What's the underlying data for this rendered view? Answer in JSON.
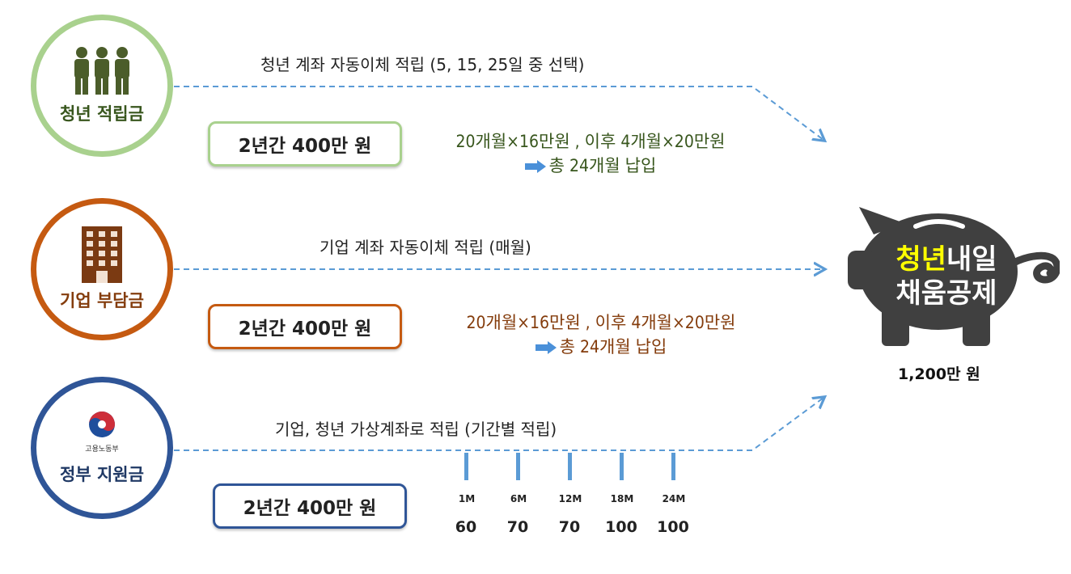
{
  "rows": [
    {
      "title": "청년 적립금",
      "flow_label": "청년 계좌 자동이체 적립 (5, 15, 25일 중 선택)",
      "amount": "2년간 400만 원",
      "detail_line1": "20개월×16만원 , 이후 4개월×20만원",
      "detail_line2": "총 24개월 납입",
      "icon": "people-icon",
      "color": "#a9d18e"
    },
    {
      "title": "기업 부담금",
      "flow_label": "기업 계좌 자동이체 적립 (매월)",
      "amount": "2년간 400만 원",
      "detail_line1": "20개월×16만원 , 이후 4개월×20만원",
      "detail_line2": "총 24개월 납입",
      "icon": "building-icon",
      "color": "#c55a11"
    },
    {
      "title": "정부 지원금",
      "org_name": "고용노동부",
      "flow_label": "기업, 청년 가상계좌로 적립 (기간별 적립)",
      "amount": "2년간 400만 원",
      "icon": "government-emblem-icon",
      "color": "#2f5597",
      "schedule": [
        {
          "month": "1M",
          "value": "60"
        },
        {
          "month": "6M",
          "value": "70"
        },
        {
          "month": "12M",
          "value": "70"
        },
        {
          "month": "18M",
          "value": "100"
        },
        {
          "month": "24M",
          "value": "100"
        }
      ]
    }
  ],
  "piggy_bank": {
    "line1_highlight": "청년",
    "line1_rest": "내일",
    "line2": "채움공제",
    "total": "1,200만 원",
    "icon": "piggy-bank-icon"
  },
  "colors": {
    "arrow": "#5b9bd5",
    "pig": "#404040",
    "highlight": "#ffff00"
  }
}
